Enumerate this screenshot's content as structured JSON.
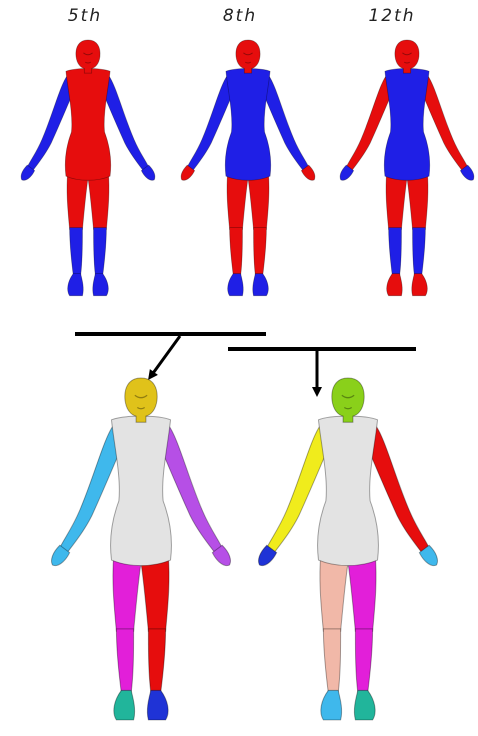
{
  "labels": {
    "fifth": "5th",
    "eighth": "8th",
    "twelfth": "12th"
  },
  "colors": {
    "red": "#e60d0d",
    "blue": "#1f1fe6",
    "gray": "#e3e3e3",
    "yellow_gold": "#e0c21a",
    "lime": "#8ad01a",
    "sky": "#3fb8ec",
    "purple": "#b64fe6",
    "magenta": "#e21fd9",
    "teal": "#21b59b",
    "navy": "#1f33d6",
    "yellow": "#f0ec1c",
    "peach": "#f1b8a8",
    "line": "#000000"
  },
  "figures": [
    {
      "id": "fifth",
      "parts": {
        "head": "red",
        "torso": "red",
        "left_arm": "blue",
        "right_arm": "blue",
        "left_hand": "blue",
        "right_hand": "blue",
        "left_leg": "red",
        "right_leg": "red",
        "left_shin": "blue",
        "right_shin": "blue",
        "left_foot": "blue",
        "right_foot": "blue"
      }
    },
    {
      "id": "eighth",
      "parts": {
        "head": "red",
        "torso": "blue",
        "left_arm": "blue",
        "right_arm": "blue",
        "left_hand": "red",
        "right_hand": "red",
        "left_leg": "red",
        "right_leg": "red",
        "left_shin": "red",
        "right_shin": "red",
        "left_foot": "blue",
        "right_foot": "blue"
      }
    },
    {
      "id": "twelfth",
      "parts": {
        "head": "red",
        "torso": "blue",
        "left_arm": "red",
        "right_arm": "red",
        "left_hand": "blue",
        "right_hand": "blue",
        "left_leg": "red",
        "right_leg": "red",
        "left_shin": "blue",
        "right_shin": "blue",
        "left_foot": "red",
        "right_foot": "red"
      }
    },
    {
      "id": "merge-a",
      "parts": {
        "head": "yellow_gold",
        "torso": "gray",
        "left_arm": "sky",
        "right_arm": "purple",
        "left_hand": "sky",
        "right_hand": "purple",
        "left_leg": "magenta",
        "right_leg": "red",
        "left_shin": "magenta",
        "right_shin": "red",
        "left_foot": "teal",
        "right_foot": "navy"
      }
    },
    {
      "id": "merge-b",
      "parts": {
        "head": "lime",
        "torso": "gray",
        "left_arm": "yellow",
        "right_arm": "red",
        "left_hand": "navy",
        "right_hand": "sky",
        "left_leg": "peach",
        "right_leg": "magenta",
        "left_shin": "peach",
        "right_shin": "magenta",
        "left_foot": "sky",
        "right_foot": "teal"
      }
    }
  ]
}
